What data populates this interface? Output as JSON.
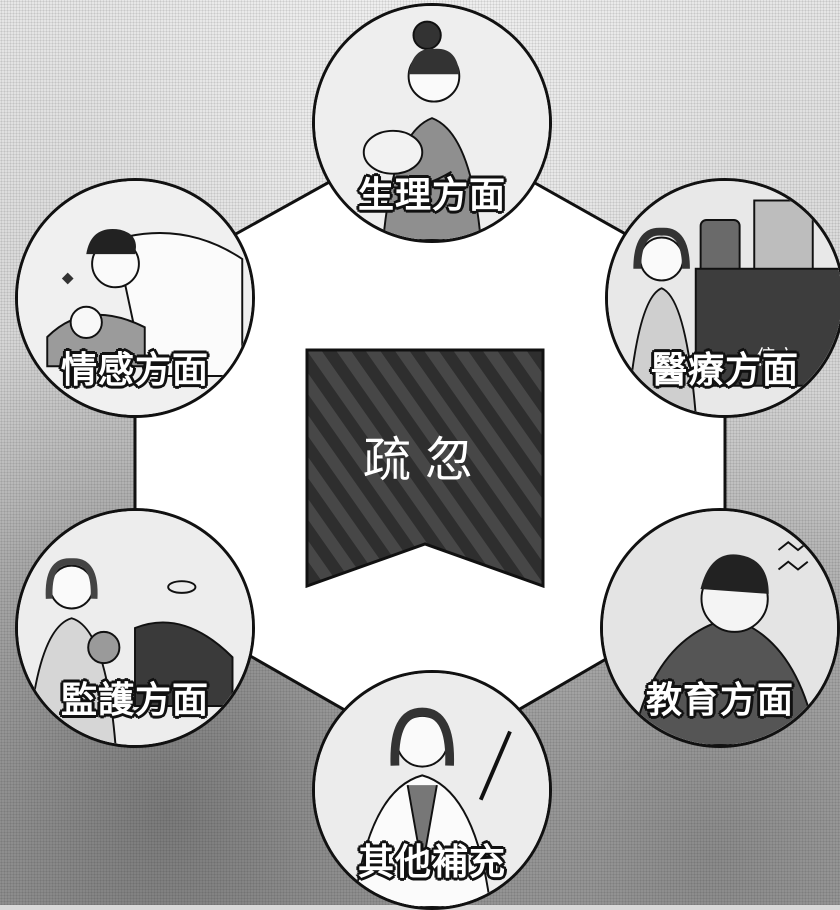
{
  "center": {
    "label": "疏忽"
  },
  "nodes": [
    {
      "id": "physical",
      "label": "生理方面"
    },
    {
      "id": "medical",
      "label": "醫療方面",
      "note": "偏方"
    },
    {
      "id": "education",
      "label": "教育方面"
    },
    {
      "id": "other",
      "label": "其他補充"
    },
    {
      "id": "supervision",
      "label": "監護方面"
    },
    {
      "id": "emotional",
      "label": "情感方面"
    }
  ],
  "colors": {
    "line": "#111111",
    "ribbon": "#2a2a2a",
    "label_text": "#ffffff"
  }
}
